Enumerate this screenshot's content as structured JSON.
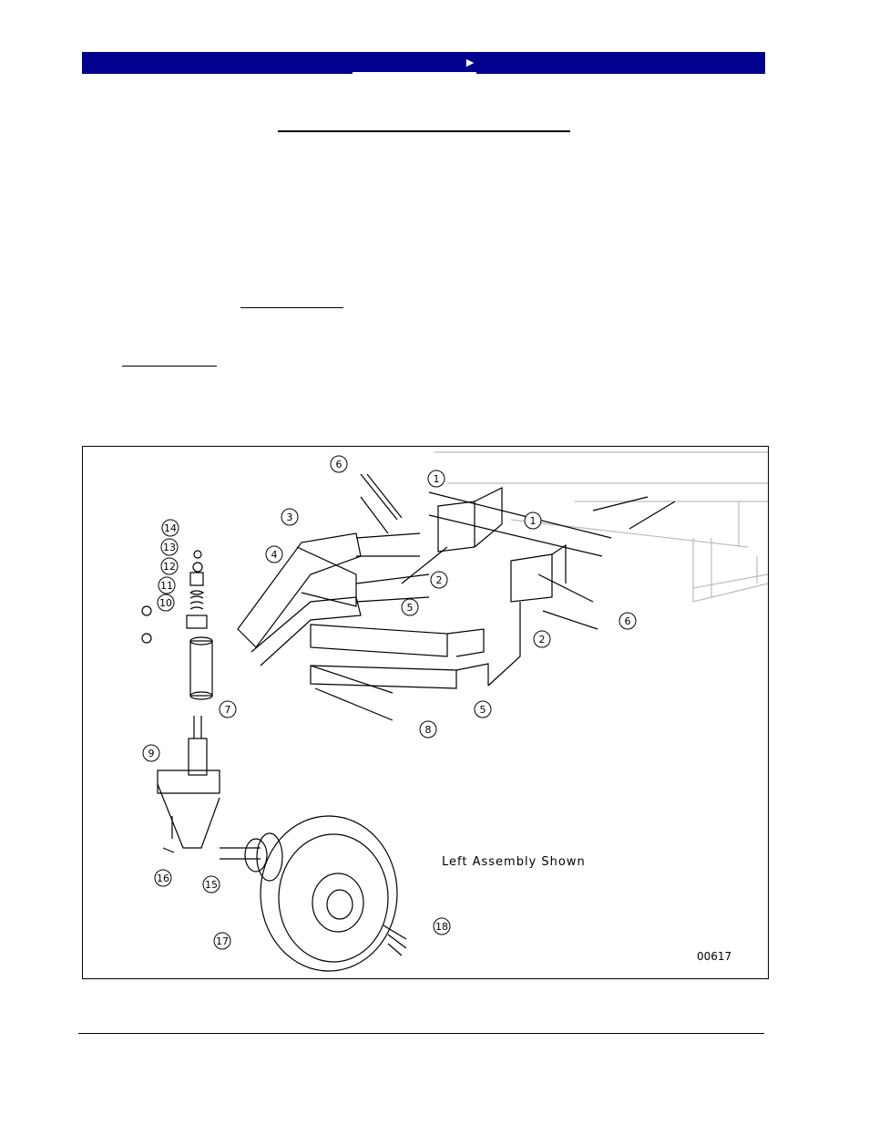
{
  "header": {
    "next_arrow": "►"
  },
  "figure": {
    "caption": "Left Assembly Shown",
    "number": "00617",
    "callouts": [
      "1",
      "1",
      "2",
      "2",
      "3",
      "4",
      "5",
      "5",
      "6",
      "6",
      "7",
      "8",
      "9",
      "10",
      "11",
      "12",
      "13",
      "14",
      "15",
      "16",
      "17",
      "18"
    ]
  }
}
